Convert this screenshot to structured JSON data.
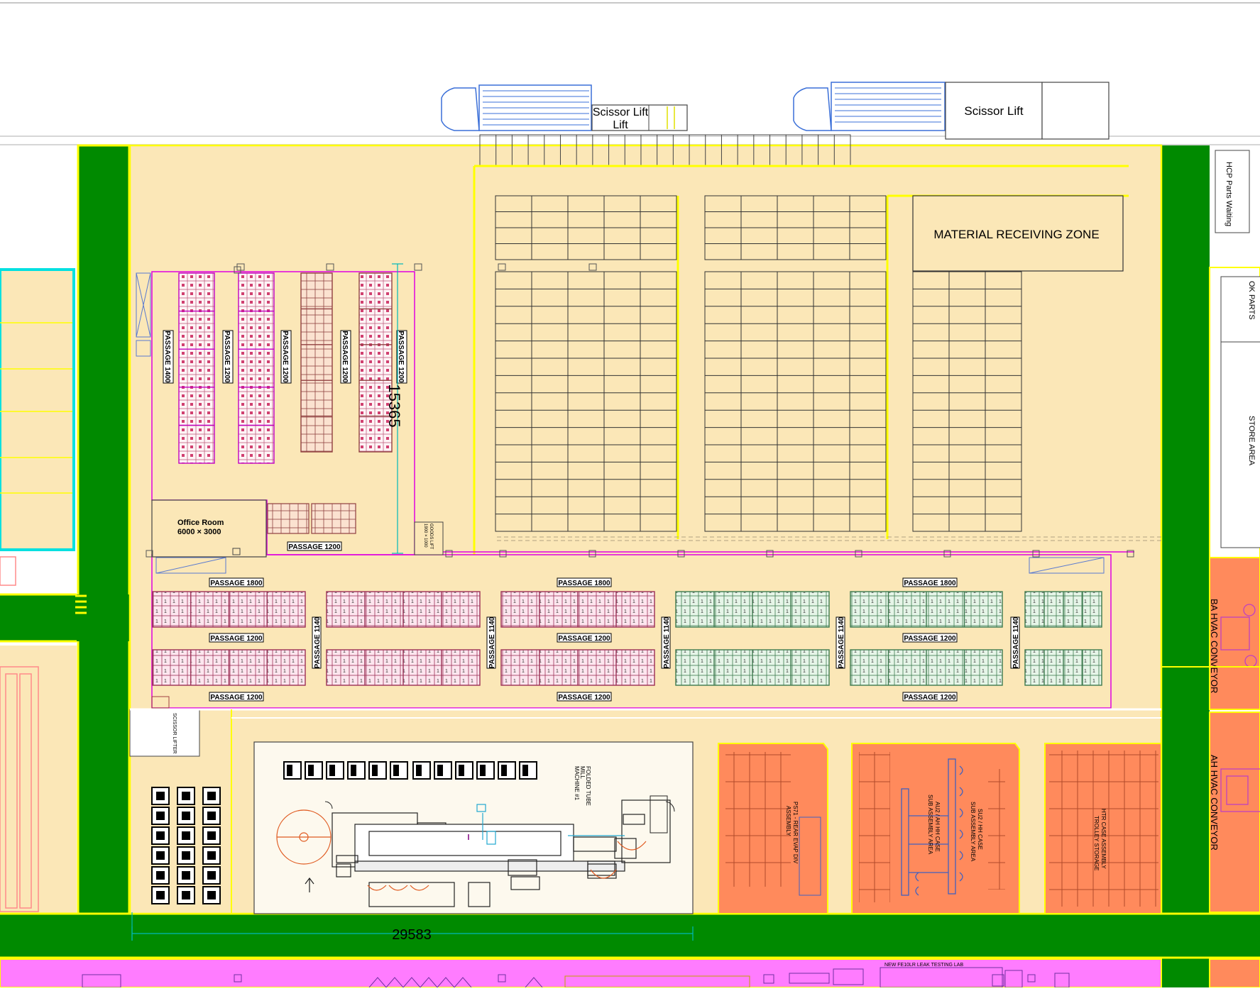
{
  "colors": {
    "floor": "#fbe7b7",
    "road": "#008a00",
    "wall": "#ffff00",
    "magenta": "#e000e0",
    "pinkZone": "#ff7cff",
    "orangeZone": "#ff8a5c",
    "cyan": "#00e0e0",
    "truck": "#3a6fd8",
    "dim": "#00b8b8"
  },
  "dock": {
    "scissor_lift_1": "Scissor Lift",
    "scissor_lift_2": "Scissor Lift"
  },
  "zones": {
    "material_receiving": "MATERIAL RECEIVING ZONE",
    "office_title": "Office Room",
    "office_size": "6000 × 3000",
    "goods_lift": "GOODS LIFT",
    "goods_lift_size": "1900 × 1000",
    "scissor_lifter": "SCISSOR LIFTER",
    "folded_tube_mill_1": "FOLDED TUBE",
    "folded_tube_mill_2": "MILL",
    "folded_tube_mill_3": "MACHINE #1",
    "ps71_1": "PS71 - REAR EVAP DIV",
    "ps71_2": "ASSEMBLY",
    "su2_1": "SU2 / HH CASE",
    "su2_2": "SUB ASSEMBLY AREA",
    "su2_3": "AU2 / AH HH CASE",
    "su2_4": "SUB ASSEMBLY AREA",
    "htr_1": "HTR CASE ASSEMBLY",
    "htr_2": "TROLLEY STORAGE",
    "new_cell": "NEW FE10LR LEAK TESTING LAB"
  },
  "right_labels": {
    "hcp_waiting": "HCP Parts  Waiting",
    "ok_parts": "OK PARTS",
    "store_area": "STORE AREA",
    "ba_hvac": "BA HVAC CONVEYOR",
    "ah_hvac": "AH HVAC CONVEYOR"
  },
  "passages": {
    "p1400": "PASSAGE 1400",
    "p1200_v": "PASSAGE 1200",
    "p1200_h": "PASSAGE 1200",
    "p1800": "PASSAGE 1800",
    "p1140": "PASSAGE 1140"
  },
  "dimensions": {
    "vertical": "15365",
    "horizontal": "29583"
  }
}
